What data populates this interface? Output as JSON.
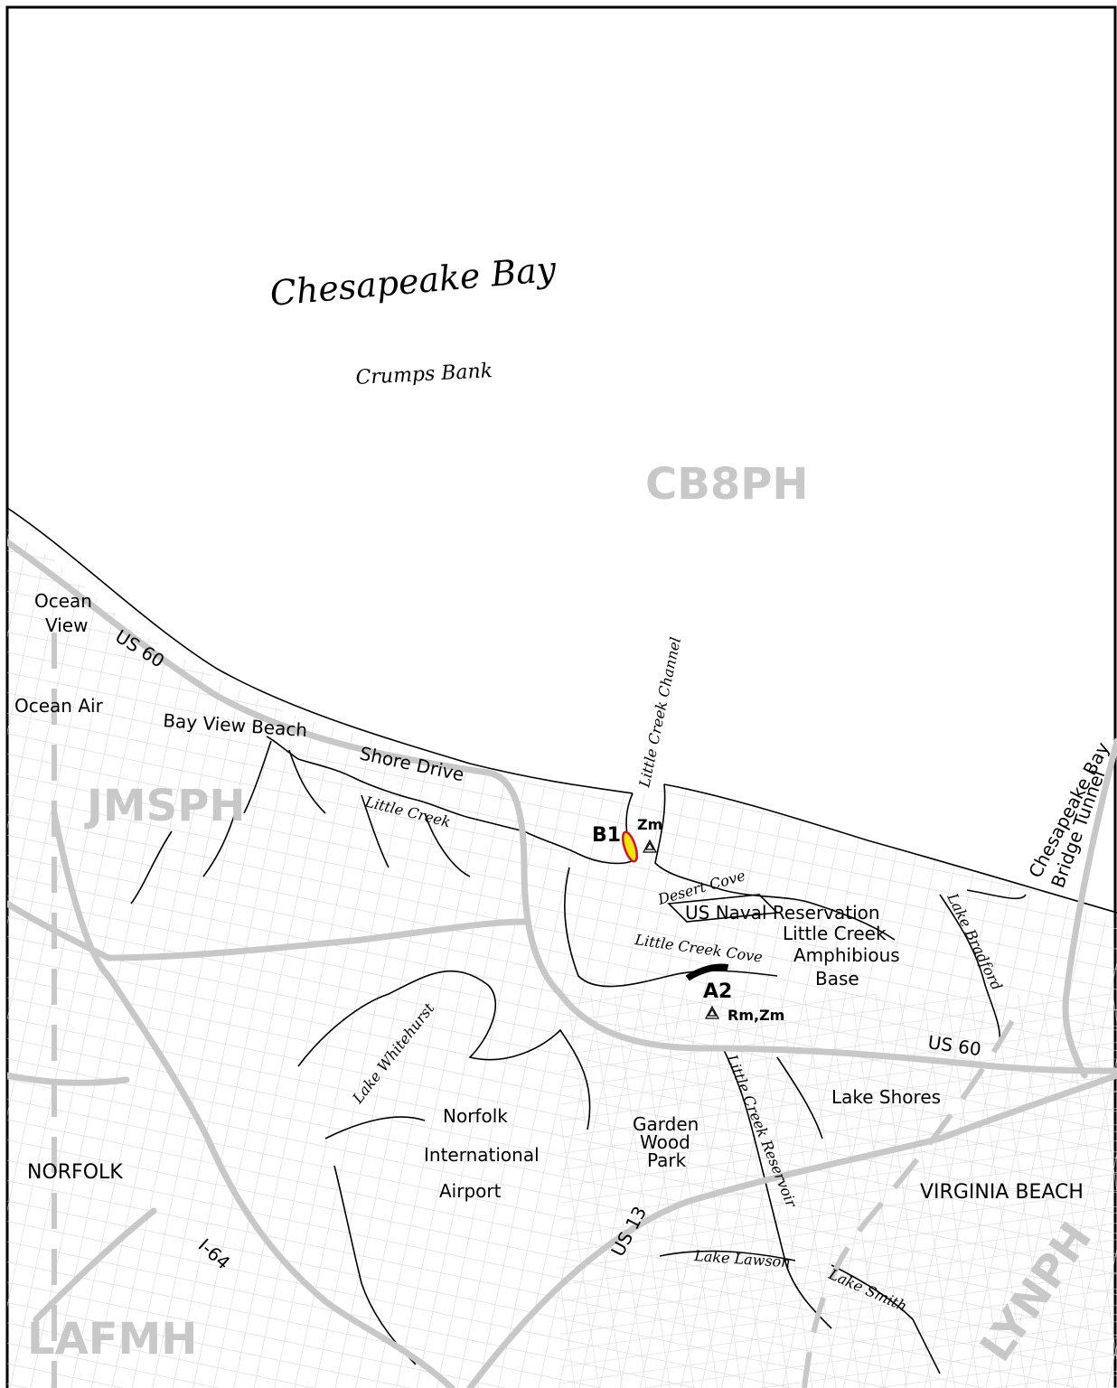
{
  "map": {
    "water_bodies": {
      "bay": "Chesapeake Bay",
      "bank": "Crumps Bank",
      "channel": "Little Creek Channel",
      "creek": "Little Creek",
      "desert_cove": "Desert Cove",
      "little_creek_cove": "Little Creek Cove",
      "lake_whitehurst": "Lake Whitehurst",
      "lake_bradford": "Lake Bradford",
      "little_creek_reservoir": "Little Creek Reservoir",
      "lake_lawson": "Lake Lawson",
      "lake_smith": "Lake Smith"
    },
    "places": {
      "ocean_view_1": "Ocean",
      "ocean_view_2": "View",
      "ocean_air": "Ocean Air",
      "bay_view_beach": "Bay View Beach",
      "shore_drive": "Shore Drive",
      "norfolk": "NORFOLK",
      "virginia_beach": "VIRGINIA BEACH",
      "airport_1": "Norfolk",
      "airport_2": "International",
      "airport_3": "Airport",
      "garden_1": "Garden",
      "garden_2": "Wood",
      "garden_3": "Park",
      "lake_shores": "Lake Shores",
      "naval_1": "US Naval Reservation",
      "naval_2": "Little Creek",
      "naval_3": "Amphibious",
      "naval_4": "Base",
      "cbbt_1": "Chesapeake Bay",
      "cbbt_2": "Bridge Tunnel"
    },
    "roads": {
      "us60_west": "US 60",
      "us60_east": "US 60",
      "us13": "US 13",
      "i64": "I-64"
    },
    "zones": {
      "cb8ph": "CB8PH",
      "jmsph": "JMSPH",
      "lafmh": "LAFMH",
      "lynph": "LYNPH"
    },
    "sites": {
      "b1": "B1",
      "b1_station": "Zm",
      "a2": "A2",
      "a2_station": "Rm,Zm"
    },
    "colors": {
      "site_b1_fill": "#f2e600",
      "site_b1_outline": "#d0103a",
      "site_a2_fill": "#000000",
      "zone_text": "#c8c8c8",
      "street": "#cfcfcf"
    },
    "icons": {
      "station_marker": "triangle-station-icon"
    }
  }
}
